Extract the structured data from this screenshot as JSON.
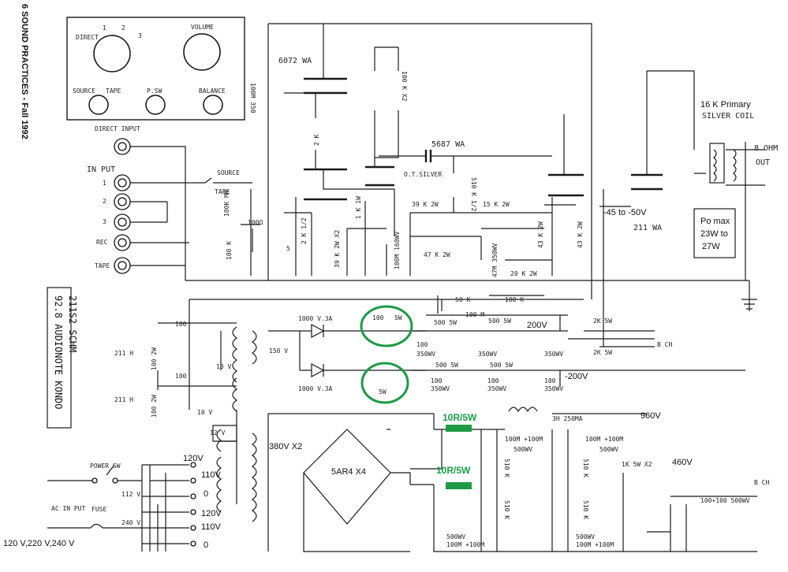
{
  "side_caption": "6 SOUND PRACTICES - Fall 1992",
  "title_box": {
    "line1": "211S2 SCHM",
    "line2": "92.8 AUDIONOTE KONDO"
  },
  "panel": {
    "direct": "DIRECT",
    "n1": "1",
    "n2": "2",
    "n3": "3",
    "volume": "VOLUME",
    "source": "SOURCE",
    "tape": "TAPE",
    "psw": "P.SW",
    "balance": "BALANCE"
  },
  "input": {
    "direct_input": "DIRECT INPUT",
    "in_put": "IN PUT",
    "j1": "1",
    "j2": "2",
    "j3": "3",
    "rec": "REC",
    "tape": "TAPE",
    "source": "SOURCE",
    "tape_sw": "TAPE"
  },
  "components": {
    "r100m350": "100M 350",
    "t6072": "6072 WA",
    "r100kx2": "100 K X2",
    "r2k": "2 K",
    "r100kmn": "100K MN",
    "r100": "100Ω",
    "r100k": "100 K",
    "c5": "5",
    "r1k2": "2 K 1/2",
    "r39kx2": "39 K 2W X2",
    "r1k1w": "1 K 1W",
    "c100m160": "100M 160WV",
    "t5687": "5687 WA",
    "otsilver": "O.T.SILVER",
    "r510k": "510 K 1/2",
    "r39k2w": "39 K 2W",
    "r15k2w": "15 K 2W",
    "r47k2w": "47 K 2W",
    "c47m350": "47M 350WV",
    "r20k2w": "20 K 2W",
    "r43k2w_a": "43 K 2W",
    "r43k2w_b": "43 K 2W",
    "neg45": "-45 to -50V",
    "v211wa": "211   WA",
    "primary": "16 K Primary",
    "silver": "SILVER COIL",
    "ohm8": "8 OHM",
    "out": "OUT",
    "pomax1": "Po max",
    "pomax2": "23W to",
    "pomax3": "27W",
    "r50k": "50 K",
    "r100k_b": "100 K",
    "c100m": "100 M",
    "d1": "1000 V.3A",
    "d2": "1000 V.3A",
    "r100_top": "100",
    "r5w_top": "5W",
    "r5w_bot": "5W",
    "r500_5w_a": "500 5W",
    "r500_5w_b": "500 5W",
    "r500_5w_c": "500 5W",
    "r500_5w_d": "500 5W",
    "c100a": "100",
    "c350a": "350WV",
    "c350b": "350WV",
    "c350c": "350WV",
    "c350d": "350WV",
    "c350e": "350WV",
    "c350f": "350WV",
    "c100b": "100",
    "c100c": "100",
    "c100d": "100",
    "v200": "200V",
    "vneg200": "-200V",
    "r2k5w_a": "2K 5W",
    "r2k5w_b": "2K 5W",
    "bch_a": "B CH",
    "h211a": "211 H",
    "h211b": "211 H",
    "r100_f1": "100",
    "r100_f2": "100",
    "r100_2w_a": "100 2W",
    "r100_2w_b": "100 2W",
    "v10a": "10 V",
    "v10b": "10 V",
    "v150": "150 V",
    "v380": "380V X2",
    "rect": "5AR4 X4",
    "choke": "3H 250MA",
    "v960": "960V",
    "c100_100a": "100M +100M",
    "c100_100b": "100M +100M",
    "c500a": "500WV",
    "c500b": "500WV",
    "r510a": "510 K",
    "r510b": "510 K",
    "r510c": "510 K",
    "r510d": "510 K",
    "c500c": "500WV",
    "c500d": "500WV",
    "c100_100c": "100M +100M",
    "c100_100d": "100M +100M",
    "r1k5w": "1K 5W X2",
    "v460": "460V",
    "bch_b": "B CH",
    "c100_100e": "100+100 500WV",
    "v12": "12 V",
    "v120a": "120V",
    "v110a": "110V",
    "v0a": "0",
    "v120b": "120V",
    "v110b": "110V",
    "v0b": "0",
    "v112": "112 V",
    "v240": "240 V",
    "power_sw": "POWER SW",
    "fuse": "FUSE",
    "ac_input": "AC IN PUT",
    "mains": "120 V,220 V,240 V"
  },
  "annotations": {
    "mod1": "10R/5W",
    "mod2": "10R/5W"
  },
  "colors": {
    "annotation": "#1e9a45",
    "ink": "#1a1a1a"
  }
}
